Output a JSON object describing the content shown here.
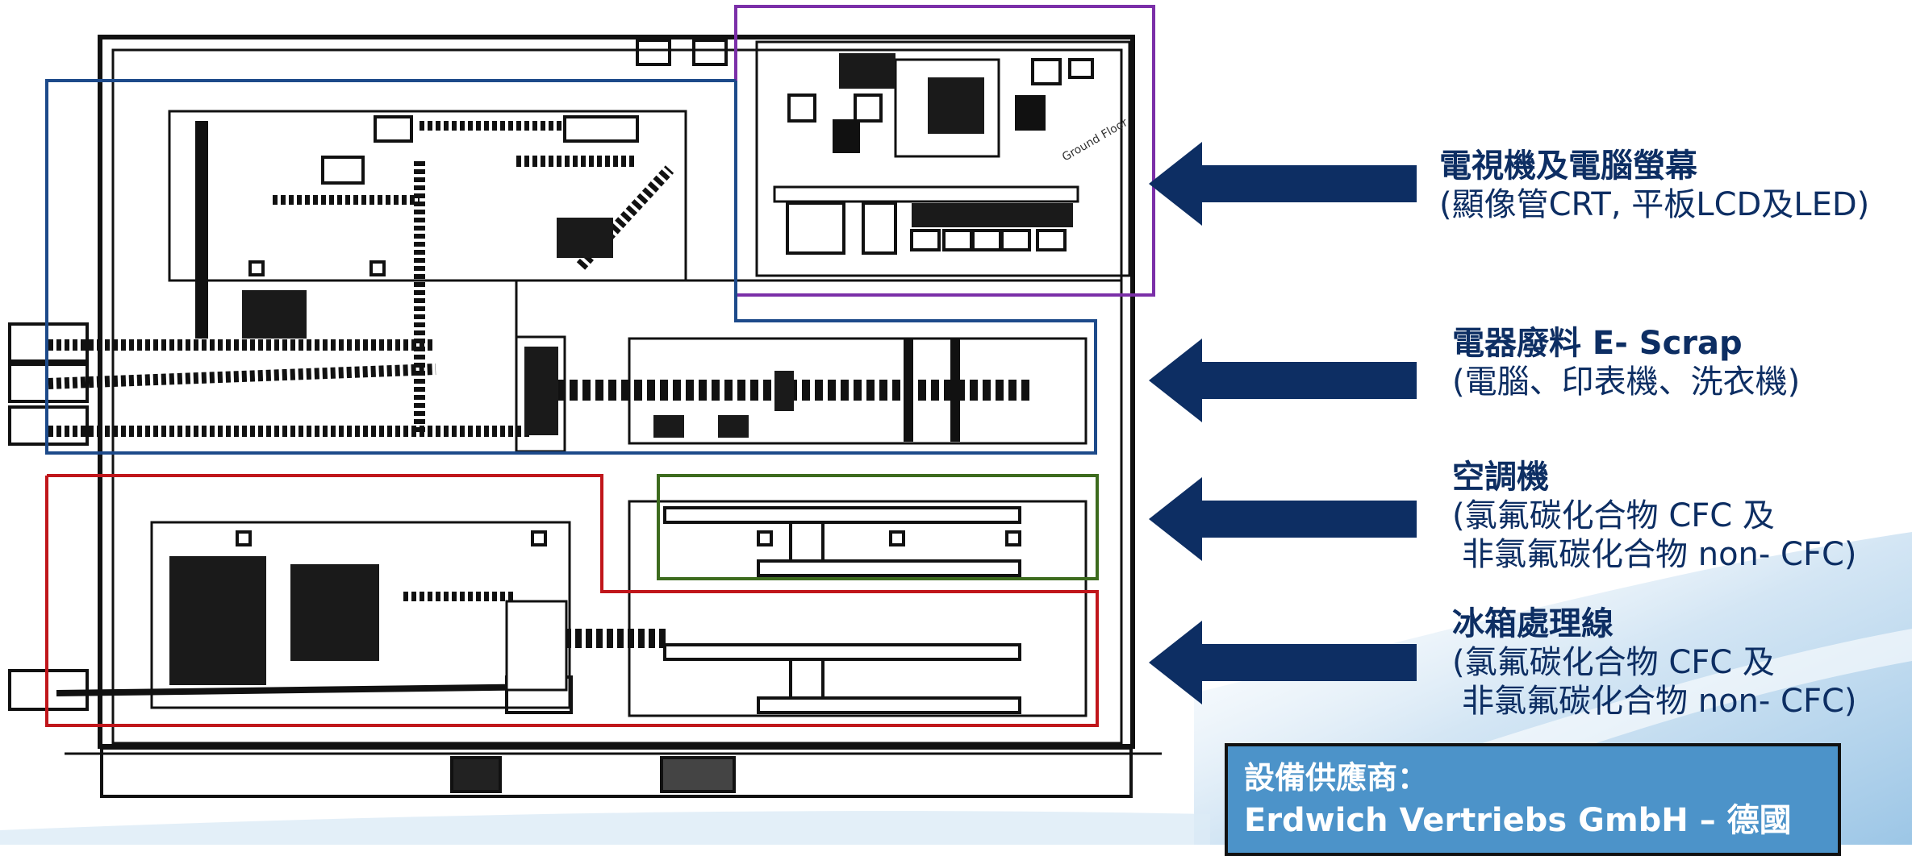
{
  "labels": [
    {
      "title": "電視機及電腦螢幕",
      "sub": "(顯像管CRT, 平板LCD及LED)"
    },
    {
      "title": "電器廢料 E- Scrap",
      "sub": "(電腦、印表機、洗衣機)"
    },
    {
      "title": "空調機",
      "sub": "(氯氟碳化合物 CFC 及",
      "sub2": "非氯氟碳化合物 non- CFC)"
    },
    {
      "title": "冰箱處理線",
      "sub": "(氯氟碳化合物 CFC 及",
      "sub2": "非氯氟碳化合物 non- CFC)"
    }
  ],
  "supplier": {
    "heading": "設備供應商：",
    "name": "Erdwich Vertriebs GmbH – 德國"
  },
  "plan": {
    "ground_floor_label": "Ground Floor",
    "zone_colors": {
      "tv_monitor": "#7b2fa8",
      "e_scrap": "#1d4a8a",
      "air_conditioner": "#3d6b1e",
      "fridge": "#c0161b"
    },
    "arrow_color": "#0d2e63"
  }
}
